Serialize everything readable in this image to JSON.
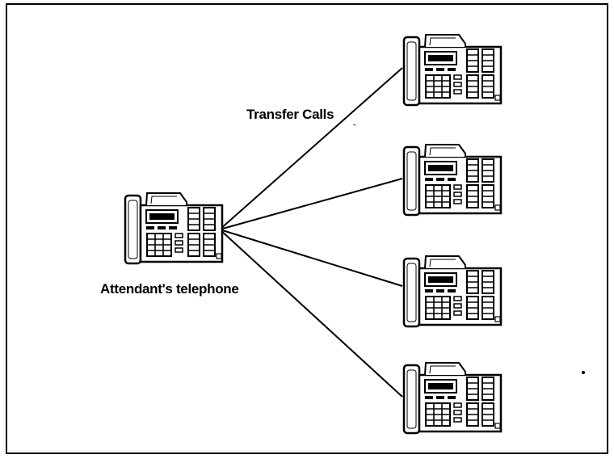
{
  "diagram": {
    "labels": {
      "transfer_calls": "Transfer Calls",
      "attendant": "Attendant's telephone"
    },
    "colors": {
      "ink": "#000000",
      "paper": "#ffffff",
      "speckle": "#555555"
    },
    "phone_icon": "telephone-icon",
    "nodes": {
      "source": "attendant",
      "targets": [
        "phone-1",
        "phone-2",
        "phone-3",
        "phone-4"
      ]
    }
  }
}
